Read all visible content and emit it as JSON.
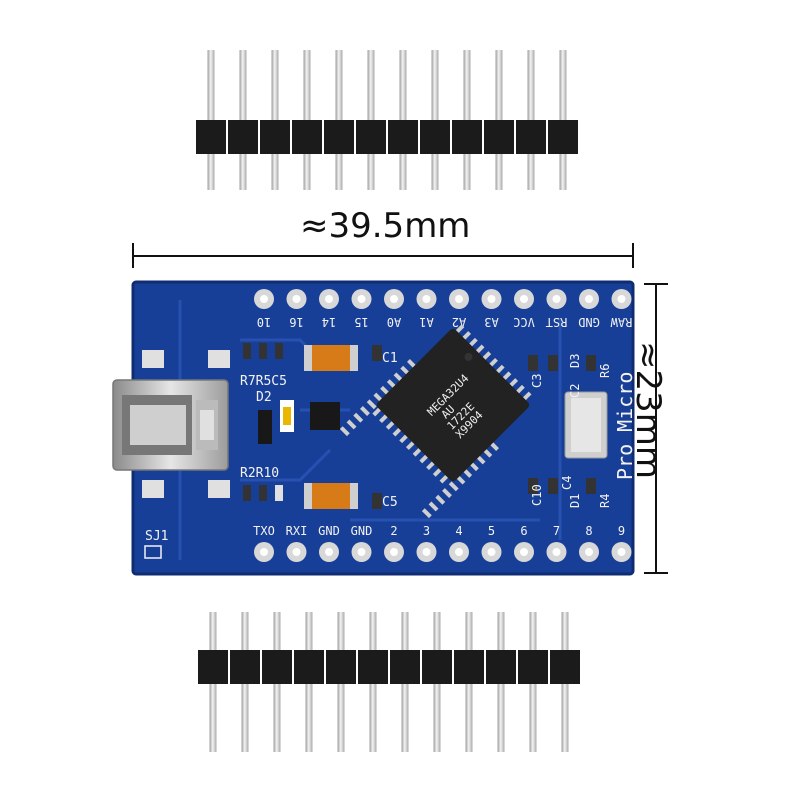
{
  "dimensions": {
    "width_label": "≈39.5mm",
    "height_label": "≈23mm"
  },
  "board": {
    "name_label": "Pro Micro",
    "chip_marking": [
      "MEGA32U4",
      "AU",
      "1722E",
      "X9904"
    ],
    "jumper_label": "SJ1",
    "component_labels": {
      "c1": "C1",
      "c2": "C2",
      "c3": "C3",
      "c4": "C4",
      "c5": "C5",
      "c10": "C10",
      "d1": "D1",
      "d2": "D2",
      "d3": "D3",
      "r4": "R4",
      "r6": "R6",
      "r7r5c5": "R7R5C5",
      "r2r10": "R2R10"
    },
    "top_pins": [
      "RAW",
      "GND",
      "RST",
      "VCC",
      "A3",
      "A2",
      "A1",
      "A0",
      "15",
      "14",
      "16",
      "10"
    ],
    "bottom_pins": [
      "TXO",
      "RXI",
      "GND",
      "GND",
      "2",
      "3",
      "4",
      "5",
      "6",
      "7",
      "8",
      "9"
    ]
  },
  "colors": {
    "pcb": "#173f97",
    "pcb_dark": "#0f2c73",
    "pad": "#d8d8d8",
    "plastic": "#1b1b1b",
    "pin": "#cfcfcf"
  }
}
